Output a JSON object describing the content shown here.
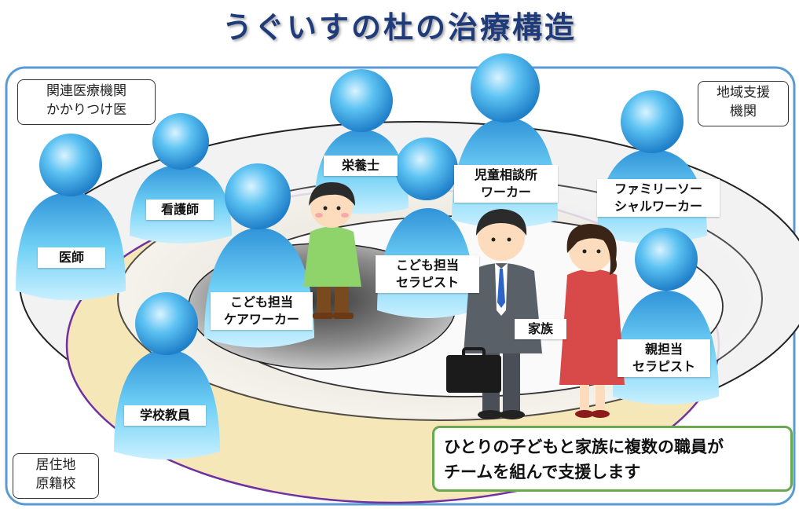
{
  "title": "うぐいすの杜の治療構造",
  "boxes": {
    "related_medical": [
      "関連医療機関",
      "かかりつけ医"
    ],
    "community_support": [
      "地域支援",
      "機関"
    ],
    "residence": [
      "居住地",
      "原籍校"
    ]
  },
  "staff": {
    "doctor": "医師",
    "nurse": "看護師",
    "nutritionist": "栄養士",
    "child_care_worker": [
      "こども担当",
      "ケアワーカー"
    ],
    "child_therapist": [
      "こども担当",
      "セラピスト"
    ],
    "child_guidance_worker": [
      "児童相談所",
      "ワーカー"
    ],
    "family_social_worker": [
      "ファミリーソー",
      "シャルワーカー"
    ],
    "parent_therapist": [
      "親担当",
      "セラピスト"
    ],
    "school_teacher": "学校教員",
    "family": "家族"
  },
  "message": [
    "ひとりの子どもと家族に複数の職員が",
    "チームを組んで支援します"
  ],
  "colors": {
    "title": "#1f3b7a",
    "outer_border": "#5b9bd5",
    "yellow_ellipse": "#f6e7b8",
    "purple_ellipse_stroke": "#7030a0",
    "message_border": "#6aa84f"
  }
}
